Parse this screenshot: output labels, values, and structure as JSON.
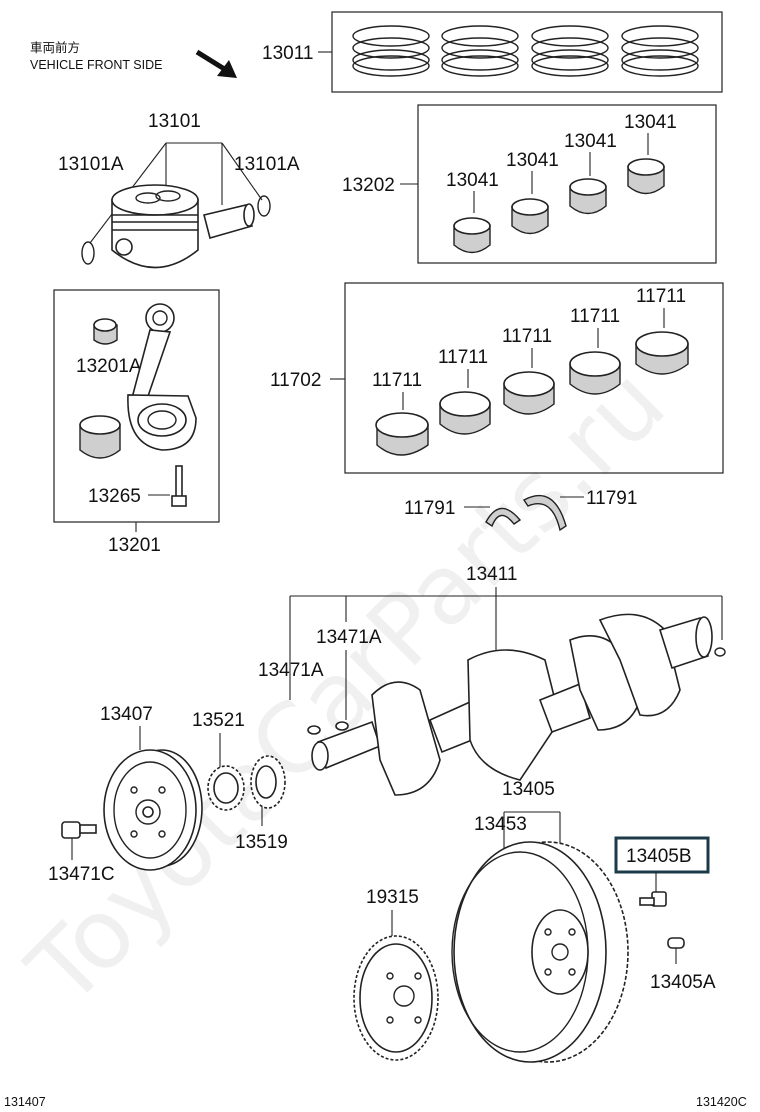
{
  "orientation_label_jp": "車両前方",
  "orientation_label_en": "VEHICLE FRONT SIDE",
  "watermark": "ToyotaCarParts.ru",
  "footer": {
    "left_code": "131407",
    "right_code": "131420C"
  },
  "parts": {
    "p13011": "13011",
    "p13101": "13101",
    "p13101A_left": "13101A",
    "p13101A_right": "13101A",
    "p13202": "13202",
    "p13041_1": "13041",
    "p13041_2": "13041",
    "p13041_3": "13041",
    "p13041_4": "13041",
    "p13201A": "13201A",
    "p13265": "13265",
    "p13201": "13201",
    "p11702": "11702",
    "p11711_1": "11711",
    "p11711_2": "11711",
    "p11711_3": "11711",
    "p11711_4": "11711",
    "p11711_5": "11711",
    "p11791_left": "11791",
    "p11791_right": "11791",
    "p13411": "13411",
    "p13471A_upper": "13471A",
    "p13471A_lower": "13471A",
    "p13407": "13407",
    "p13521": "13521",
    "p13519": "13519",
    "p13471C": "13471C",
    "p13405": "13405",
    "p13453": "13453",
    "p13405B": "13405B",
    "p13405A": "13405A",
    "p19315": "19315"
  },
  "highlight": {
    "part": "13405B",
    "border_color": "#1c3a4a"
  }
}
